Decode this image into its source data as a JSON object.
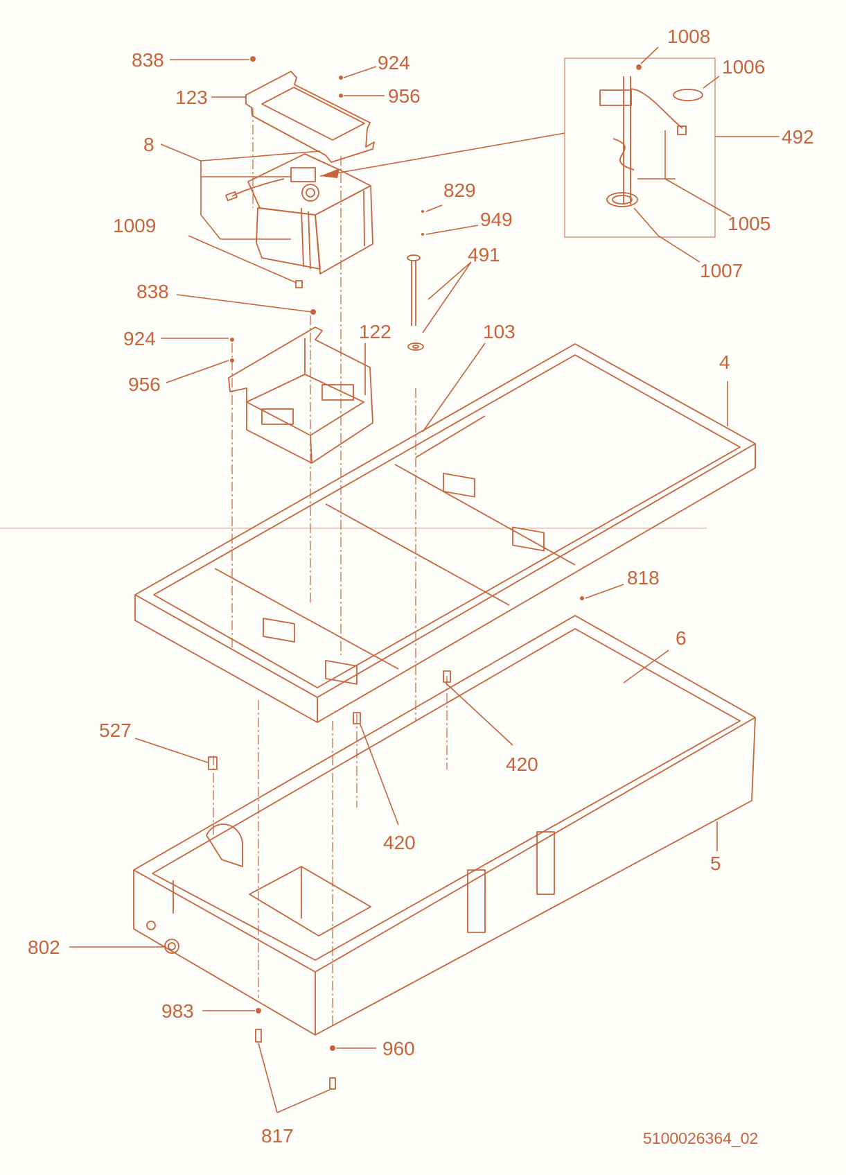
{
  "callouts": [
    {
      "id": "c-838a",
      "text": "838"
    },
    {
      "id": "c-924a",
      "text": "924"
    },
    {
      "id": "c-123",
      "text": "123"
    },
    {
      "id": "c-956a",
      "text": "956"
    },
    {
      "id": "c-8",
      "text": "8"
    },
    {
      "id": "c-1008",
      "text": "1008"
    },
    {
      "id": "c-1006",
      "text": "1006"
    },
    {
      "id": "c-492",
      "text": "492"
    },
    {
      "id": "c-1005",
      "text": "1005"
    },
    {
      "id": "c-1007",
      "text": "1007"
    },
    {
      "id": "c-829",
      "text": "829"
    },
    {
      "id": "c-949",
      "text": "949"
    },
    {
      "id": "c-491",
      "text": "491"
    },
    {
      "id": "c-1009",
      "text": "1009"
    },
    {
      "id": "c-838b",
      "text": "838"
    },
    {
      "id": "c-924b",
      "text": "924"
    },
    {
      "id": "c-956b",
      "text": "956"
    },
    {
      "id": "c-122",
      "text": "122"
    },
    {
      "id": "c-103",
      "text": "103"
    },
    {
      "id": "c-4",
      "text": "4"
    },
    {
      "id": "c-818",
      "text": "818"
    },
    {
      "id": "c-6",
      "text": "6"
    },
    {
      "id": "c-527",
      "text": "527"
    },
    {
      "id": "c-420a",
      "text": "420"
    },
    {
      "id": "c-420b",
      "text": "420"
    },
    {
      "id": "c-5",
      "text": "5"
    },
    {
      "id": "c-802",
      "text": "802"
    },
    {
      "id": "c-983",
      "text": "983"
    },
    {
      "id": "c-960",
      "text": "960"
    },
    {
      "id": "c-817",
      "text": "817"
    }
  ],
  "document_number": "5100026364_02"
}
